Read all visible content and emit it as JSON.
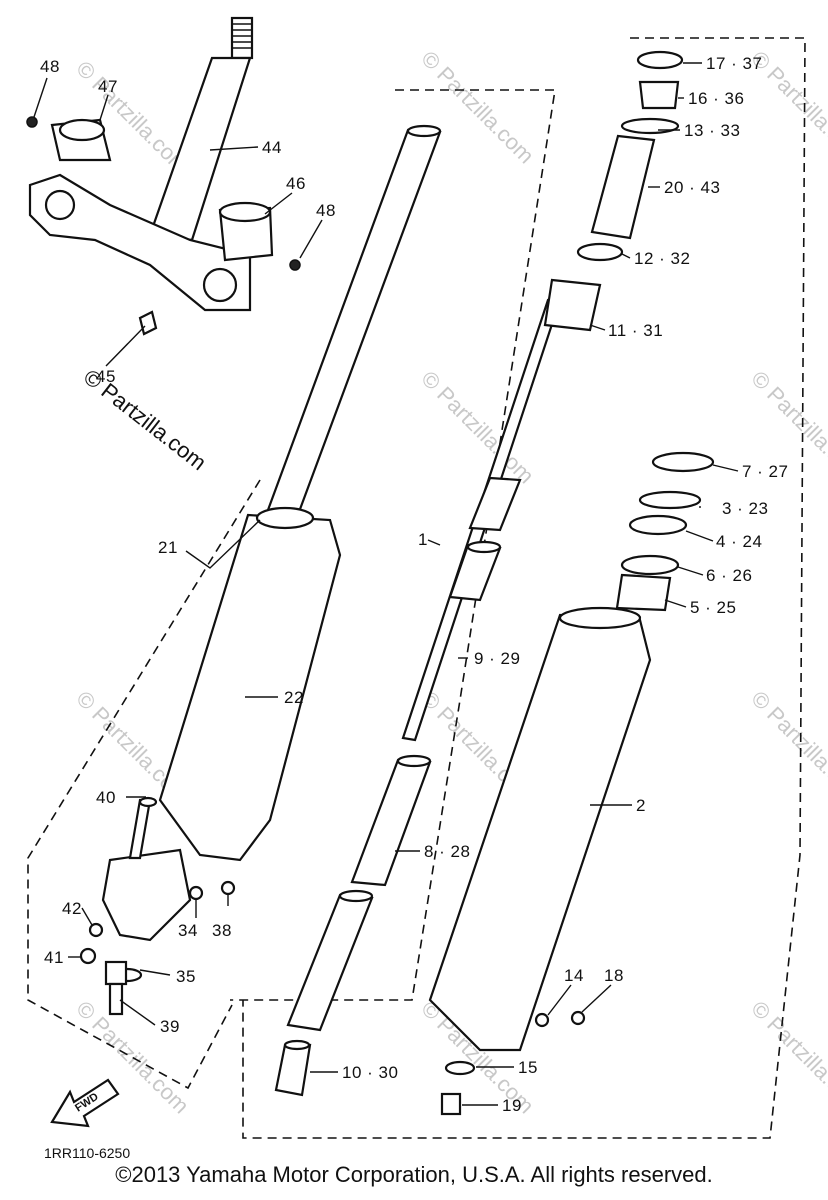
{
  "watermark": "© Partzilla.com",
  "diagram_code": "1RR110-6250",
  "fwd_label": "FWD",
  "copyright": "©2013 Yamaha Motor Corporation, U.S.A. All rights reserved.",
  "callouts": {
    "c48a": "48",
    "c47": "47",
    "c44": "44",
    "c46": "46",
    "c48b": "48",
    "c45": "45",
    "c21": "21",
    "c22": "22",
    "c40": "40",
    "c42": "42",
    "c34": "34",
    "c38": "38",
    "c41": "41",
    "c35": "35",
    "c39": "39",
    "c1": "1",
    "c9": "9 · 29",
    "c8": "8 · 28",
    "c10": "10 · 30",
    "c17": "17 · 37",
    "c16": "16 · 36",
    "c13": "13 · 33",
    "c20": "20 · 43",
    "c12": "12 · 32",
    "c11": "11 · 31",
    "c7": "7 · 27",
    "c3": "3 · 23",
    "c4": "4 · 24",
    "c6": "6 · 26",
    "c5": "5 · 25",
    "c2": "2",
    "c14": "14",
    "c18": "18",
    "c15": "15",
    "c19": "19"
  }
}
